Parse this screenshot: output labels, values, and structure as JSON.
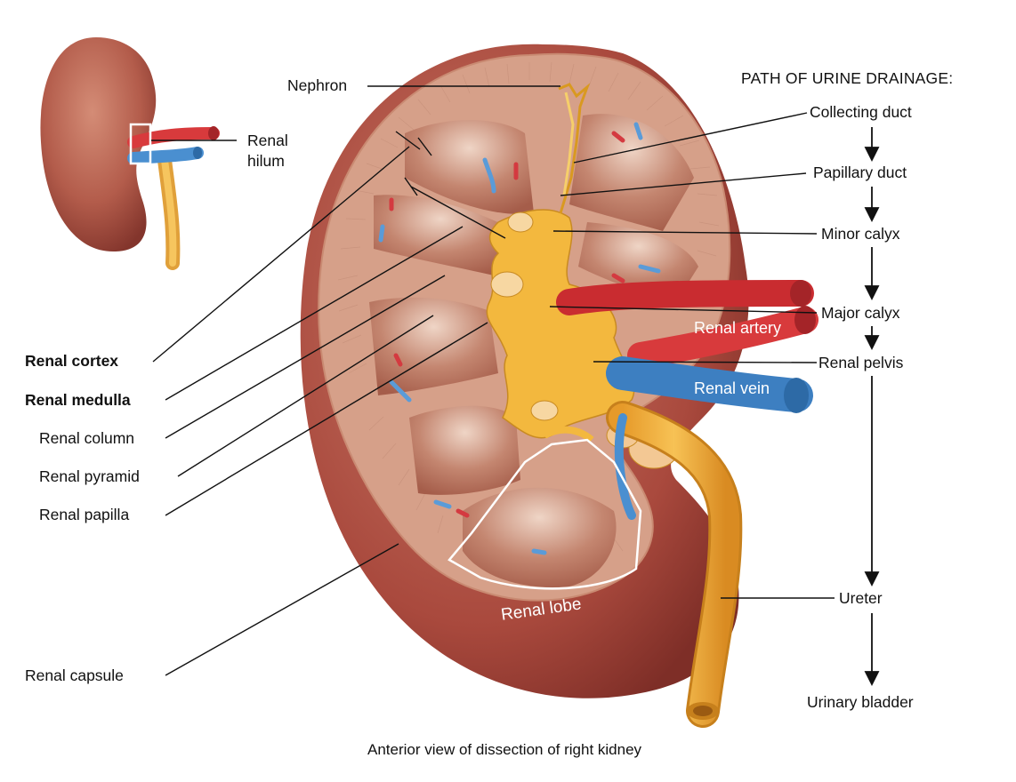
{
  "figure": {
    "caption": "Anterior view of dissection of right kidney"
  },
  "inset": {
    "hilum_label_line1": "Renal",
    "hilum_label_line2": "hilum"
  },
  "left_labels": {
    "cortex": "Renal cortex",
    "medulla": "Renal medulla",
    "column": "Renal column",
    "pyramid": "Renal pyramid",
    "papilla": "Renal papilla",
    "capsule": "Renal capsule"
  },
  "top_labels": {
    "nephron": "Nephron"
  },
  "inner_labels": {
    "renal_artery": "Renal artery",
    "renal_vein": "Renal vein",
    "renal_lobe": "Renal lobe"
  },
  "urine_path": {
    "header": "PATH OF URINE DRAINAGE:",
    "steps": [
      "Collecting duct",
      "Papillary duct",
      "Minor calyx",
      "Major calyx",
      "Renal pelvis",
      "Ureter",
      "Urinary bladder"
    ]
  },
  "colors": {
    "kidney_outer": "#b5584a",
    "kidney_cortex": "#d9a88e",
    "medulla_pyramid": "#b86f5c",
    "calyx_yellow": "#f2b63c",
    "artery_red": "#d9383c",
    "vein_blue": "#4a8fd0"
  }
}
